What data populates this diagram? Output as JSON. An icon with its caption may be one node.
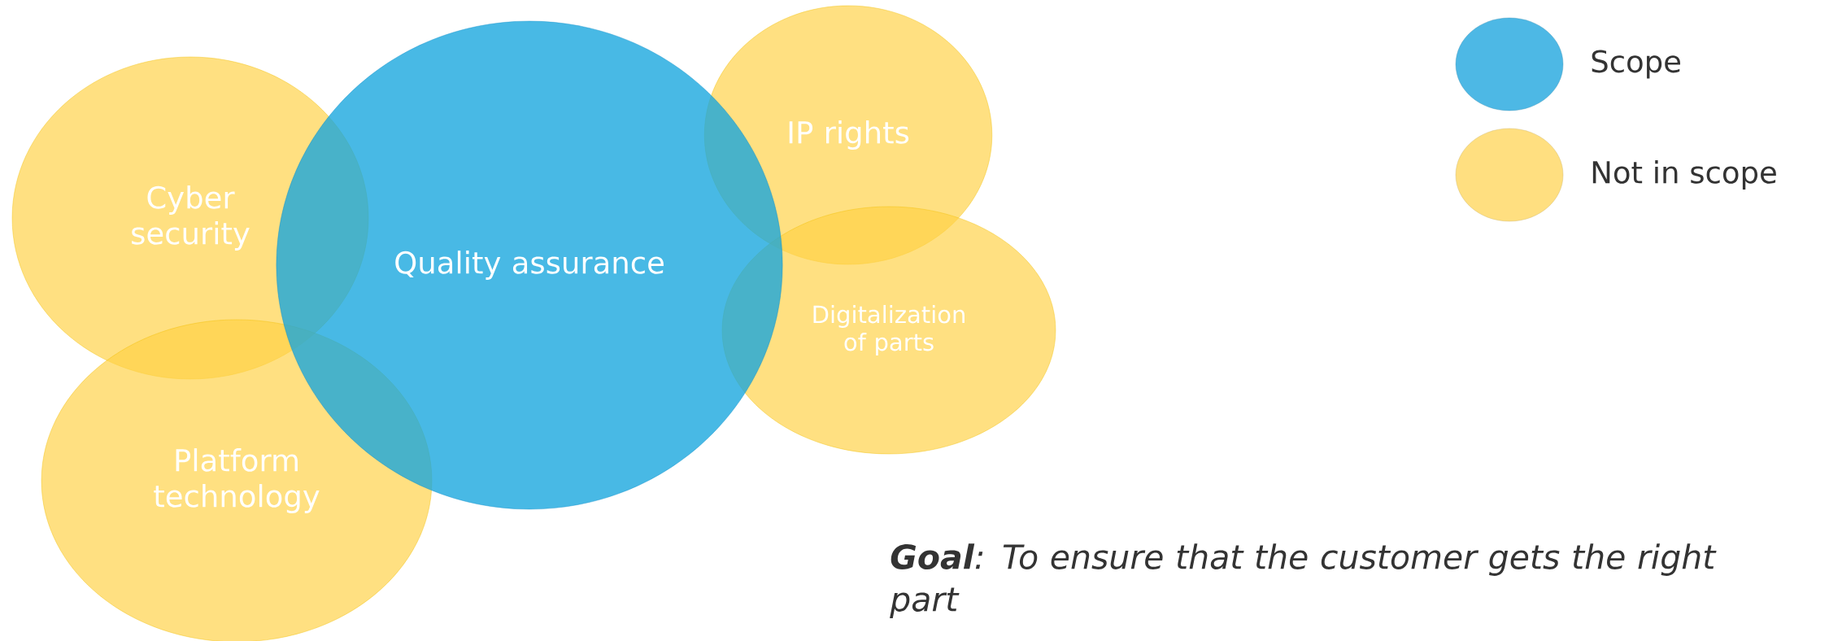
{
  "diagram": {
    "nodes": [
      {
        "text": [
          "Cyber security"
        ]
      },
      {
        "text": [
          "Platform technology"
        ]
      },
      {
        "text": [
          "IP rights"
        ]
      },
      {
        "text": [
          "Digitalization of parts"
        ]
      },
      {
        "text": [
          "Quality assurance"
        ]
      }
    ],
    "labels": [
      "**Goal**: To ensure that the customer gets the right part"
    ],
    "legend": [
      {
        "text": "Scope",
        "color": "#4db8e5"
      },
      {
        "text": "Not in scope",
        "color": "#ffdf80"
      }
    ]
  }
}
